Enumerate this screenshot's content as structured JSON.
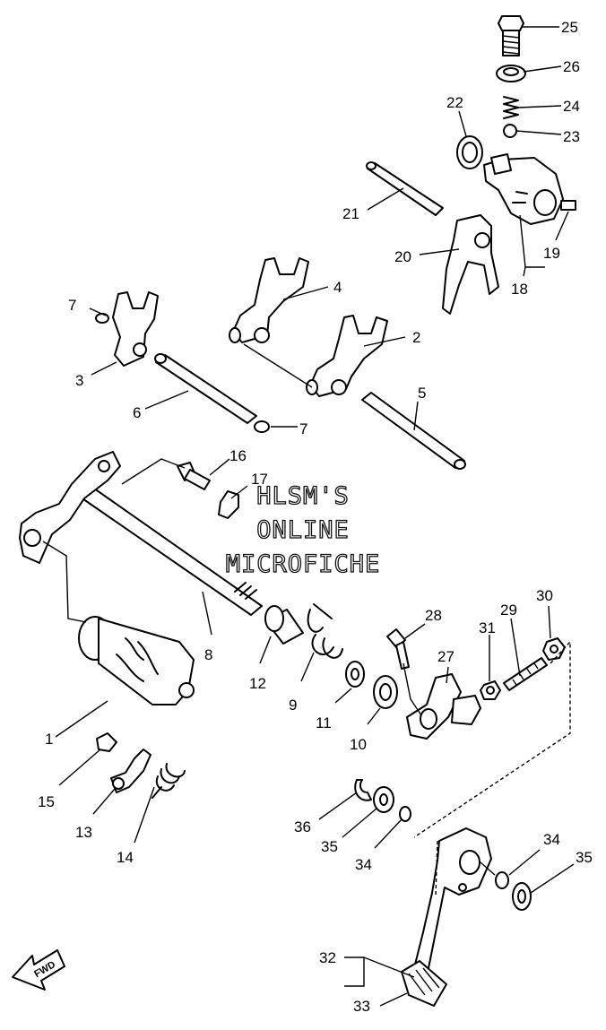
{
  "watermark": {
    "line1": "HLSM'S",
    "line2": "ONLINE",
    "line3": "MICROFICHE"
  },
  "fwd_arrow_label": "FWD",
  "labels": {
    "l1": "1",
    "l2": "2",
    "l3": "3",
    "l4": "4",
    "l5": "5",
    "l6": "6",
    "l7a": "7",
    "l7b": "7",
    "l8": "8",
    "l9": "9",
    "l10": "10",
    "l11": "11",
    "l12": "12",
    "l13": "13",
    "l14": "14",
    "l15": "15",
    "l16": "16",
    "l17": "17",
    "l18": "18",
    "l19": "19",
    "l20": "20",
    "l21": "21",
    "l22": "22",
    "l23": "23",
    "l24": "24",
    "l25": "25",
    "l26": "26",
    "l27": "27",
    "l28": "28",
    "l29": "29",
    "l30": "30",
    "l31": "31",
    "l32": "32",
    "l33": "33",
    "l34a": "34",
    "l34b": "34",
    "l35a": "35",
    "l35b": "35",
    "l36": "36"
  }
}
